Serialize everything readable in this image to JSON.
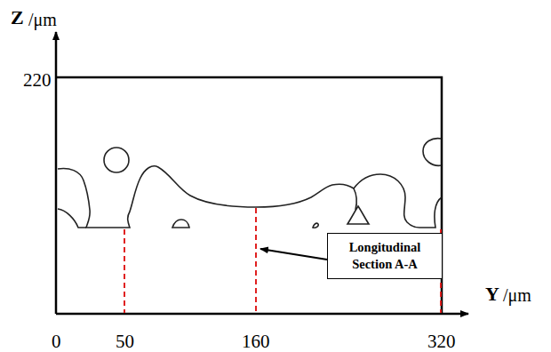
{
  "diagram": {
    "nodes": [
      {
        "text": [
          "Longitudinal Section A-A"
        ]
      }
    ],
    "labels": [
      "Z",
      "/μm",
      "220",
      "Y",
      "/μm",
      "0",
      "50",
      "160",
      "320"
    ]
  }
}
